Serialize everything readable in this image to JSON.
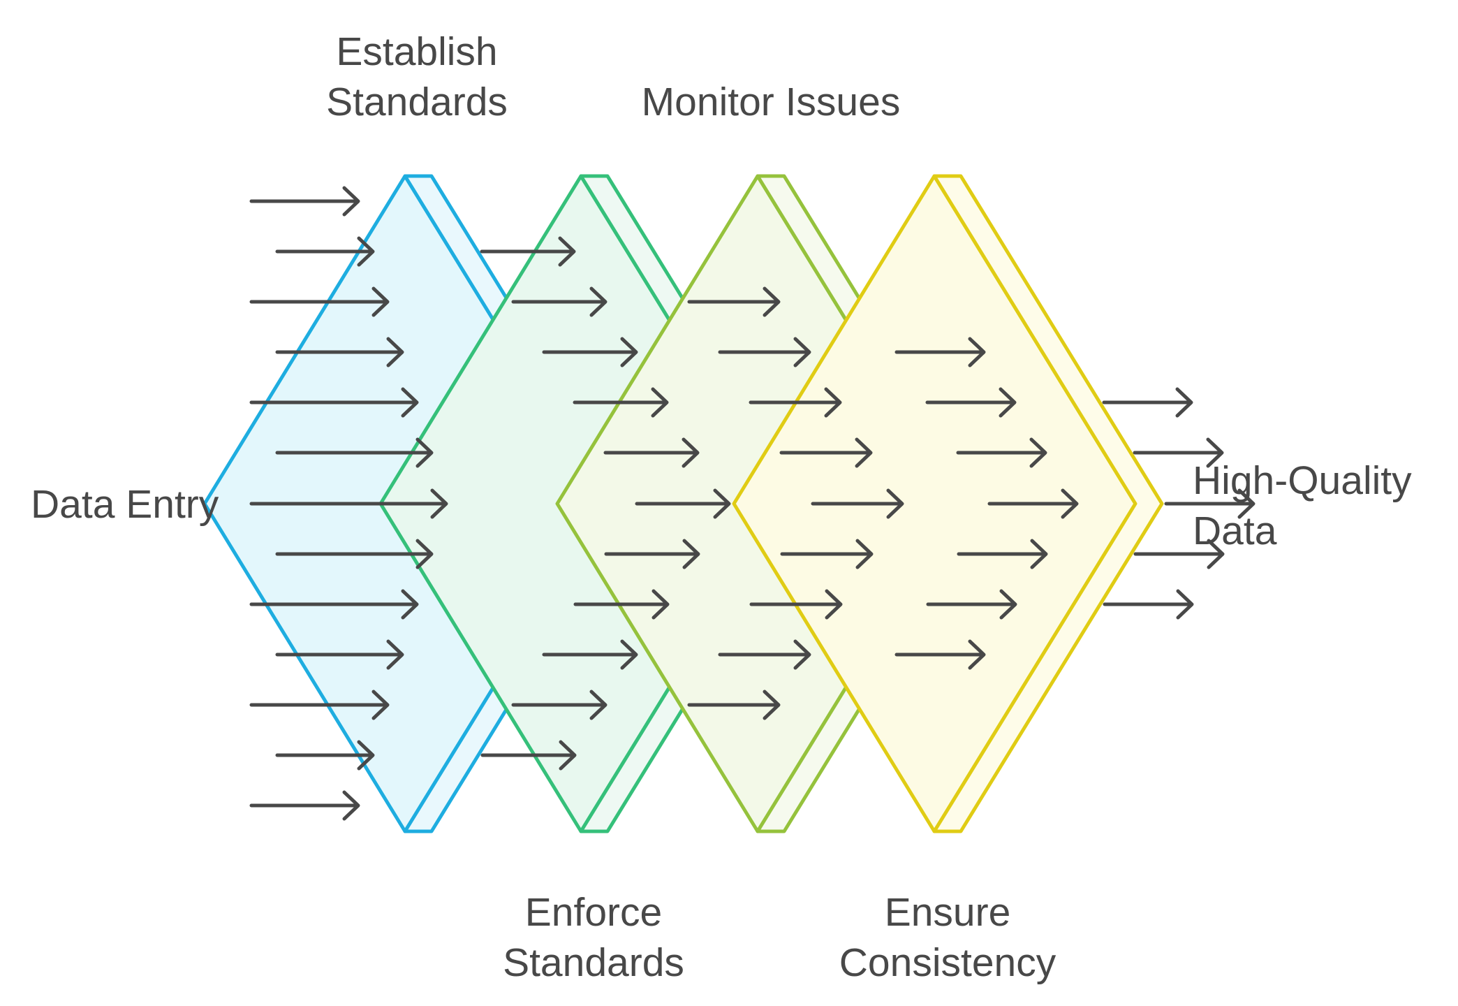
{
  "diagram": {
    "input_label": "Data Entry",
    "output_label": [
      "High-Quality",
      "Data"
    ],
    "stages": [
      {
        "label": [
          "Establish",
          "Standards"
        ],
        "stroke": "#1eade0",
        "fill": "#e3f7fc",
        "fill_light": "#e9f8fd"
      },
      {
        "label": [
          "Enforce",
          "Standards"
        ],
        "stroke": "#35c07a",
        "fill": "#e8f8ef",
        "fill_light": "#eef9f3"
      },
      {
        "label": [
          "Monitor Issues"
        ],
        "stroke": "#95c23c",
        "fill": "#f3f9e8",
        "fill_light": "#f6faee"
      },
      {
        "label": [
          "Ensure",
          "Consistency"
        ],
        "stroke": "#e0cc14",
        "fill": "#fdfbe4",
        "fill_light": "#fefce9"
      }
    ],
    "arrow_color": "#484848",
    "text_color": "#484848"
  }
}
